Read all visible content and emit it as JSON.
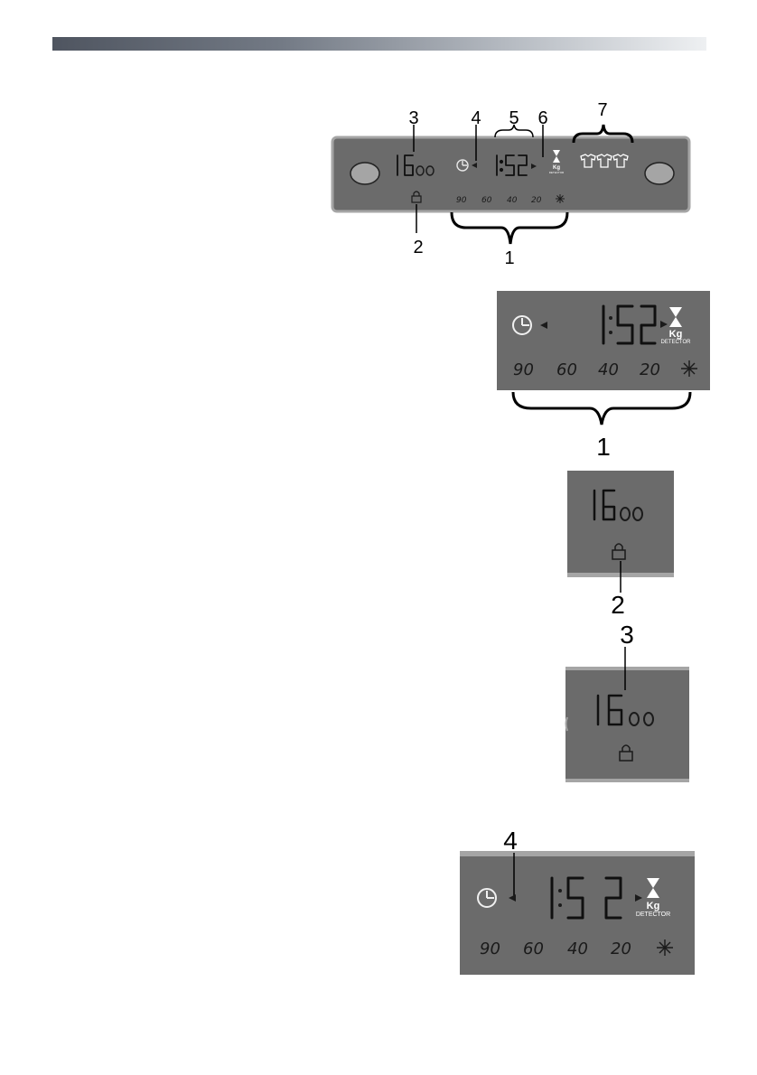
{
  "header": {
    "bar_colors": [
      "#4f5560",
      "#eef0f2"
    ]
  },
  "callouts": {
    "c1": "1",
    "c2": "2",
    "c3": "3",
    "c4": "4",
    "c5": "5",
    "c6": "6",
    "c7": "7"
  },
  "display": {
    "speed_big": "16",
    "speed_small": "00",
    "time_hours": "1",
    "time_minutes": "52",
    "temps": [
      "90",
      "60",
      "40",
      "20"
    ],
    "kg_label": "Kg",
    "detector_label": "DETECTOR",
    "panel_color": "#6b6b6b",
    "border_color": "#a5a5a5"
  },
  "icons": {
    "delay": "clock-delay-icon",
    "lock": "door-lock-icon",
    "cold": "snowflake-icon",
    "hourglass": "hourglass-icon",
    "knob": "knob-button",
    "shirts": "shirt-icons"
  },
  "sections": {
    "top_panel": "full control panel with callouts 1-7",
    "detail_1": "time and temperature display, callout 1",
    "detail_2": "spin speed with lock, callout 2",
    "detail_3": "spin speed with lock, callout 3",
    "detail_4": "delay timer display, callout 4"
  }
}
